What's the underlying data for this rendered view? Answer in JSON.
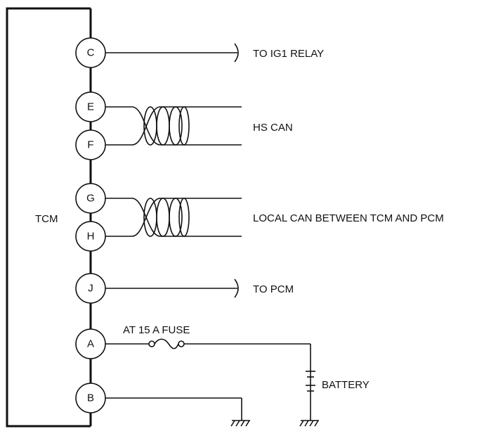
{
  "module": {
    "name": "TCM"
  },
  "pins": {
    "c": "C",
    "e": "E",
    "f": "F",
    "g": "G",
    "h": "H",
    "j": "J",
    "a": "A",
    "b": "B"
  },
  "labels": {
    "ig1_relay": "TO IG1 RELAY",
    "hs_can": "HS CAN",
    "local_can": "LOCAL CAN BETWEEN TCM AND PCM",
    "to_pcm": "TO PCM",
    "fuse": "AT 15 A FUSE",
    "battery": "BATTERY"
  }
}
